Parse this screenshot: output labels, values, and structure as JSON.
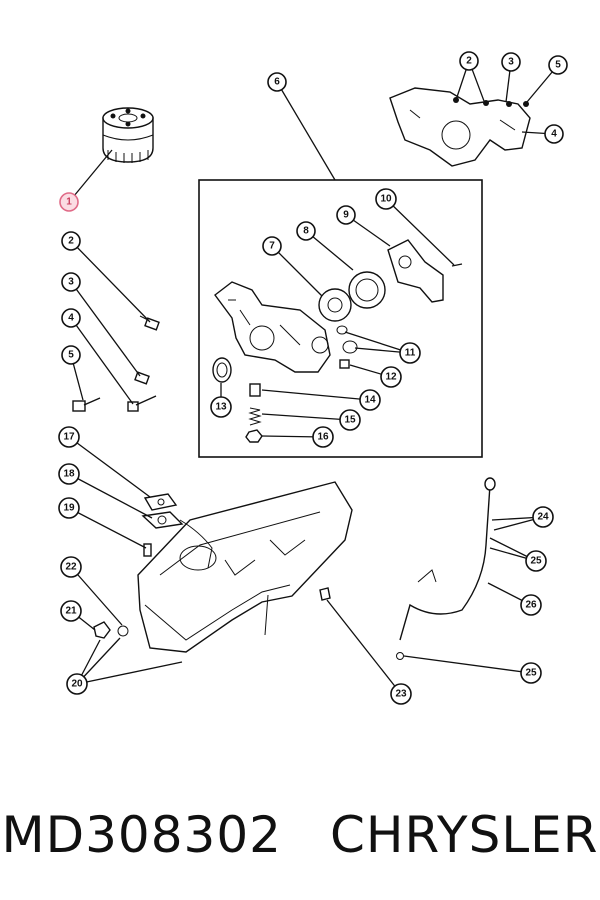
{
  "callouts": [
    {
      "id": "c1",
      "label": "1",
      "highlight": true
    },
    {
      "id": "c2",
      "label": "2"
    },
    {
      "id": "c3",
      "label": "3"
    },
    {
      "id": "c4",
      "label": "4"
    },
    {
      "id": "c5",
      "label": "5"
    },
    {
      "id": "c6",
      "label": "6"
    },
    {
      "id": "c7",
      "label": "7"
    },
    {
      "id": "c8",
      "label": "8"
    },
    {
      "id": "c9",
      "label": "9"
    },
    {
      "id": "c10",
      "label": "10"
    },
    {
      "id": "c11",
      "label": "11"
    },
    {
      "id": "c12",
      "label": "12"
    },
    {
      "id": "c13",
      "label": "13"
    },
    {
      "id": "c14",
      "label": "14"
    },
    {
      "id": "c15",
      "label": "15"
    },
    {
      "id": "c16",
      "label": "16"
    },
    {
      "id": "c17",
      "label": "17"
    },
    {
      "id": "c18",
      "label": "18"
    },
    {
      "id": "c19",
      "label": "19"
    },
    {
      "id": "c20",
      "label": "20"
    },
    {
      "id": "c21",
      "label": "21"
    },
    {
      "id": "c22",
      "label": "22"
    },
    {
      "id": "c23",
      "label": "23"
    },
    {
      "id": "c24",
      "label": "24"
    },
    {
      "id": "c25a",
      "label": "25"
    },
    {
      "id": "c25b",
      "label": "25"
    },
    {
      "id": "c26",
      "label": "26"
    },
    {
      "id": "ct2",
      "label": "2"
    },
    {
      "id": "ct3",
      "label": "3"
    },
    {
      "id": "ct4",
      "label": "4"
    },
    {
      "id": "ct5",
      "label": "5"
    }
  ],
  "footer": {
    "part_number": "MD308302",
    "brand": "CHRYSLER"
  },
  "colors": {
    "highlight_fill": "#fbdce3",
    "highlight_stroke": "#e06a87",
    "ink": "#111111"
  }
}
